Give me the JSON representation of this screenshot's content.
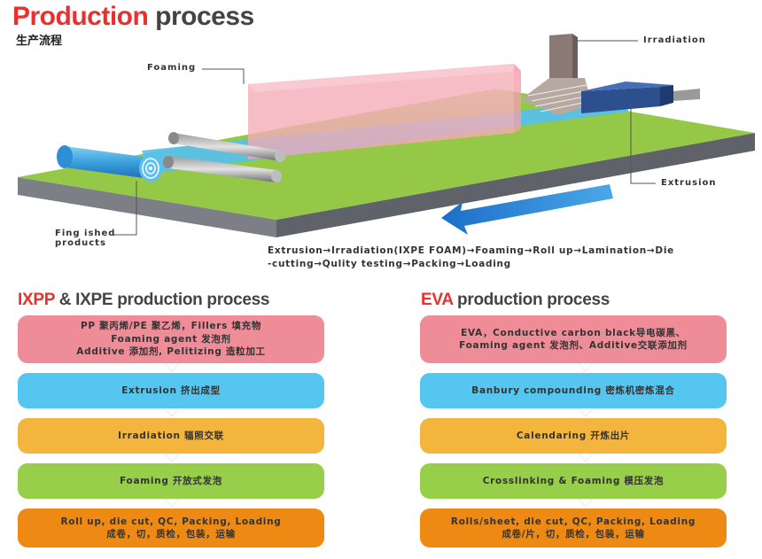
{
  "header": {
    "title_a": "Production",
    "title_b": "process",
    "subtitle": "生产流程"
  },
  "diagram": {
    "callouts": {
      "foaming": "Foaming",
      "irradiation": "Irradiation",
      "extrusion": "Extrusion",
      "finished_line1": "Fing ished",
      "finished_line2": "products"
    },
    "process_line1": "Extrusion→Irradiation(IXPE FOAM)→Foaming→Roll up→Lamination→Die",
    "process_line2": "-cutting→Qulity testing→Packing→Loading"
  },
  "ixpp": {
    "title_red": "IXPP",
    "title_rest": "& IXPE production process",
    "steps": [
      {
        "lines": [
          "PP 聚丙烯/PE 聚乙烯，Fillers 填充物",
          "Foaming agent 发泡剂",
          "Additive 添加剂, Pelitizing 造粒加工"
        ],
        "color": "#ee8c98"
      },
      {
        "lines": [
          "Extrusion 挤出成型"
        ],
        "color": "#55c6ef"
      },
      {
        "lines": [
          "Irradiation 辐照交联"
        ],
        "color": "#f4b53f"
      },
      {
        "lines": [
          "Foaming 开放式发泡"
        ],
        "color": "#97ce4a"
      },
      {
        "lines": [
          "Roll up, die cut, QC, Packing, Loading",
          "成卷，切，质检，包装，运输"
        ],
        "color": "#ee8a13"
      }
    ]
  },
  "eva": {
    "title_red": "EVA",
    "title_rest": "production process",
    "steps": [
      {
        "lines": [
          "EVA，Conductive carbon black导电碳黑、",
          "Foaming agent 发泡剂、Additive交联添加剂"
        ],
        "color": "#ee8c98"
      },
      {
        "lines": [
          "Banbury compounding 密炼机密炼混合"
        ],
        "color": "#55c6ef"
      },
      {
        "lines": [
          "Calendaring 开炼出片"
        ],
        "color": "#f4b53f"
      },
      {
        "lines": [
          "Crosslinking & Foaming 模压发泡"
        ],
        "color": "#97ce4a"
      },
      {
        "lines": [
          "Rolls/sheet, die cut, QC, Packing, Loading",
          "成卷/片，切，质检，包装，运输"
        ],
        "color": "#ee8a13"
      }
    ]
  }
}
